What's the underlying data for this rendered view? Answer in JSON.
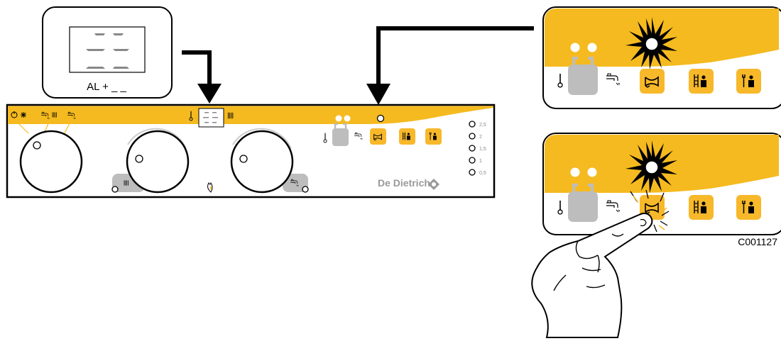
{
  "callout": {
    "label": "AL + _ _"
  },
  "panel": {
    "brand": "De Dietrich",
    "pressure_scale": [
      "2,5",
      "2",
      "1,5",
      "1",
      "0,5"
    ]
  },
  "figure_code": "C001127",
  "colors": {
    "accent": "#F5BA1F",
    "button": "#F7B82A",
    "gray_module": "#BDBDBD",
    "outline": "#000000"
  },
  "icons": {
    "top_left_modes": [
      "power-snowflake-icon",
      "dhw-radiator-icon",
      "dhw-tap-icon"
    ],
    "knobs": [
      "mode-selector-knob",
      "heating-temperature-knob",
      "dhw-temperature-knob"
    ],
    "buttons": [
      "horn-button",
      "ladder-button",
      "wrench-button"
    ]
  }
}
